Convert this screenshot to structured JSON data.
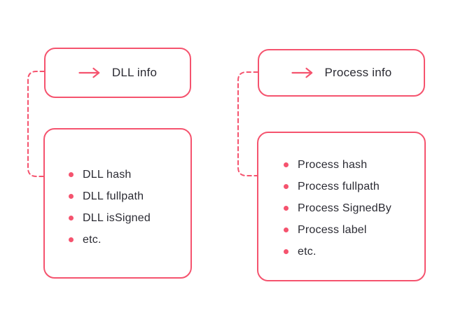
{
  "colors": {
    "accent_pink": "#f5536e",
    "text_dark": "#2b2b33",
    "background": "#ffffff"
  },
  "groups": [
    {
      "title": "DLL info",
      "items": [
        "DLL hash",
        "DLL fullpath",
        "DLL isSigned",
        "etc."
      ]
    },
    {
      "title": "Process info",
      "items": [
        "Process hash",
        "Process fullpath",
        "Process SignedBy",
        "Process label",
        "etc."
      ]
    }
  ],
  "icons": {
    "title_icon": "right-arrow",
    "list_marker": "bullet-dot"
  }
}
